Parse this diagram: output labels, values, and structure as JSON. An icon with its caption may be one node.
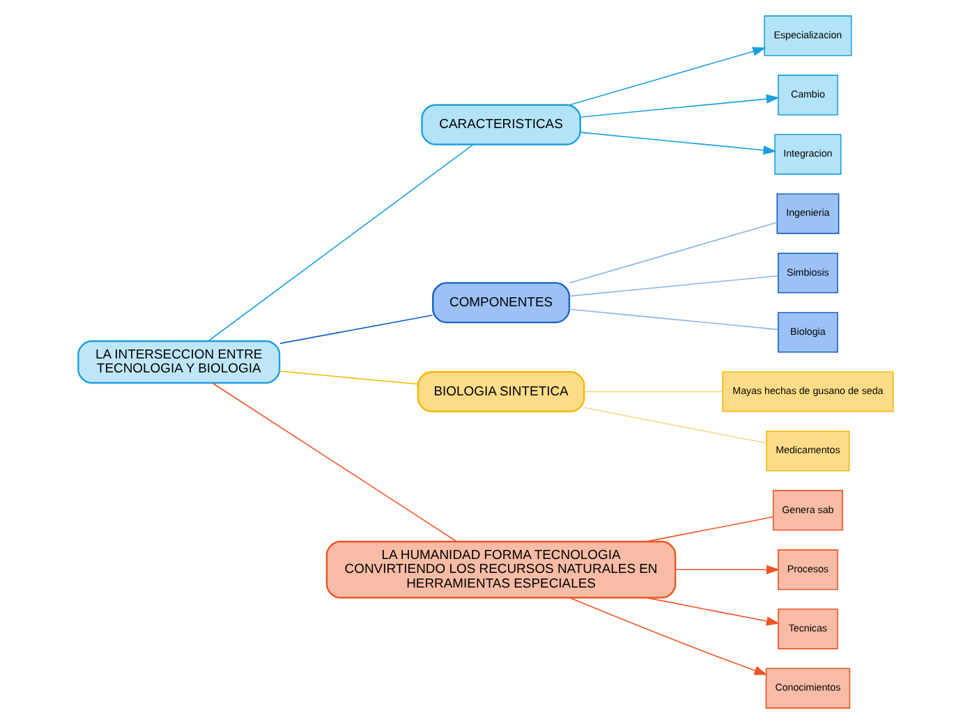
{
  "diagram": {
    "nodes": [
      {
        "text": [
          "LA INTERSECCION ENTRE TECNOLOGIA Y BIOLOGIA"
        ]
      },
      {
        "text": [
          "CARACTERISTICAS"
        ]
      },
      {
        "text": [
          "Especializacion"
        ]
      },
      {
        "text": [
          "Cambio"
        ]
      },
      {
        "text": [
          "Integracion"
        ]
      },
      {
        "text": [
          "COMPONENTES"
        ]
      },
      {
        "text": [
          "Ingenieria"
        ]
      },
      {
        "text": [
          "Simbiosis"
        ]
      },
      {
        "text": [
          "Biologia"
        ]
      },
      {
        "text": [
          "BIOLOGIA SINTETICA"
        ]
      },
      {
        "text": [
          "Mayas hechas de gusano de seda"
        ]
      },
      {
        "text": [
          "Medicamentos"
        ]
      },
      {
        "text": [
          "LA HUMANIDAD FORMA TECNOLOGIA CONVIRTIENDO LOS RECURSOS NATURALES EN HERRAMIENTAS ESPECIALES"
        ]
      },
      {
        "text": [
          "Genera sab"
        ]
      },
      {
        "text": [
          "Procesos"
        ]
      },
      {
        "text": [
          "Tecnicas"
        ]
      },
      {
        "text": [
          "Conocimientos"
        ]
      }
    ],
    "edges": [
      {
        "from": 0,
        "to": 1,
        "arrow": "none",
        "color": "#1aa0e0"
      },
      {
        "from": 1,
        "to": 2,
        "arrow": "to",
        "color": "#1aa0e0"
      },
      {
        "from": 1,
        "to": 3,
        "arrow": "to",
        "color": "#1aa0e0"
      },
      {
        "from": 1,
        "to": 4,
        "arrow": "to",
        "color": "#1aa0e0"
      },
      {
        "from": 0,
        "to": 5,
        "arrow": "none",
        "color": "#1560c8"
      },
      {
        "from": 5,
        "to": 6,
        "arrow": "none",
        "color": "#8ab4e8"
      },
      {
        "from": 5,
        "to": 7,
        "arrow": "none",
        "color": "#8ab4e8"
      },
      {
        "from": 5,
        "to": 8,
        "arrow": "none",
        "color": "#8ab4e8"
      },
      {
        "from": 0,
        "to": 9,
        "arrow": "none",
        "color": "#f5b800"
      },
      {
        "from": 9,
        "to": 10,
        "arrow": "none",
        "color": "#f8d88a"
      },
      {
        "from": 9,
        "to": 11,
        "arrow": "none",
        "color": "#f8d88a"
      },
      {
        "from": 0,
        "to": 12,
        "arrow": "none",
        "color": "#ee5522"
      },
      {
        "from": 12,
        "to": 13,
        "arrow": "none",
        "color": "#ee5522"
      },
      {
        "from": 12,
        "to": 14,
        "arrow": "to",
        "color": "#ee5522"
      },
      {
        "from": 12,
        "to": 15,
        "arrow": "to",
        "color": "#ee5522"
      },
      {
        "from": 12,
        "to": 16,
        "arrow": "to",
        "color": "#ee5522"
      }
    ]
  }
}
